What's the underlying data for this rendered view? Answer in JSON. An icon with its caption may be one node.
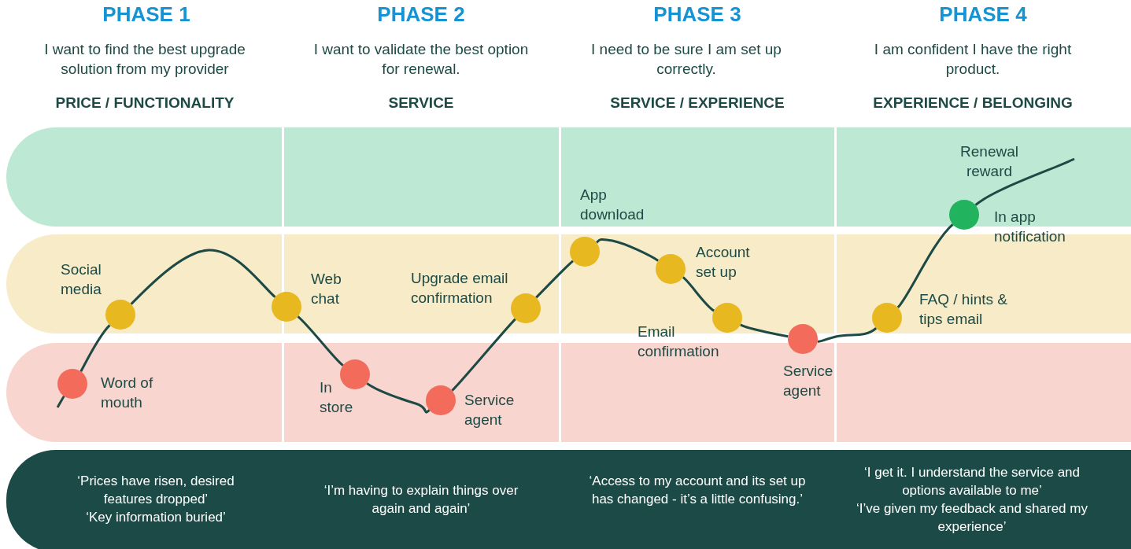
{
  "diagram": {
    "nodes": [
      {
        "text": [
          "Word of mouth"
        ]
      },
      {
        "text": [
          "Social media"
        ]
      },
      {
        "text": [
          "Web chat"
        ]
      },
      {
        "text": [
          "In store"
        ]
      },
      {
        "text": [
          "Service agent"
        ]
      },
      {
        "text": [
          "Upgrade email confirmation"
        ]
      },
      {
        "text": [
          "App download"
        ]
      },
      {
        "text": [
          "Account set up"
        ]
      },
      {
        "text": [
          "Email confirmation"
        ]
      },
      {
        "text": [
          "Service agent"
        ]
      },
      {
        "text": [
          "FAQ / hints & tips email"
        ]
      },
      {
        "text": [
          "In app notification"
        ]
      }
    ],
    "edges": [
      {
        "from": null,
        "to": 0,
        "arrow": "none"
      },
      {
        "from": 0,
        "to": 1,
        "arrow": "none"
      },
      {
        "from": 1,
        "to": 2,
        "arrow": "none"
      },
      {
        "from": 2,
        "to": 3,
        "arrow": "none"
      },
      {
        "from": 3,
        "to": 4,
        "arrow": "none"
      },
      {
        "from": 4,
        "to": 5,
        "arrow": "none"
      },
      {
        "from": 5,
        "to": 6,
        "arrow": "none"
      },
      {
        "from": 6,
        "to": 7,
        "arrow": "none"
      },
      {
        "from": 7,
        "to": 8,
        "arrow": "none"
      },
      {
        "from": 8,
        "to": 9,
        "arrow": "none"
      },
      {
        "from": 9,
        "to": 10,
        "arrow": "none"
      },
      {
        "from": 10,
        "to": 11,
        "arrow": "none"
      },
      {
        "from": 11,
        "to": null,
        "arrow": "none"
      }
    ],
    "labels": [
      "PHASE 1",
      "PHASE 2",
      "PHASE 3",
      "PHASE 4",
      "I want to find the best upgrade solution from my provider",
      "I want to validate the best option for renewal.",
      "I need to be sure I am set up correctly.",
      "I am confident I have the right product.",
      "PRICE / FUNCTIONALITY",
      "SERVICE",
      "SERVICE / EXPERIENCE",
      "EXPERIENCE / BELONGING",
      "Renewal reward",
      "‘Prices have risen, desired features dropped’",
      "‘Key information buried’",
      "‘I’m having to explain things over again and again’",
      "‘Access to my account and its set up has changed - it’s a little confusing.’",
      "‘I get it. I understand the service and options available to me’",
      "‘I’ve given my feedback and shared my experience’"
    ]
  }
}
